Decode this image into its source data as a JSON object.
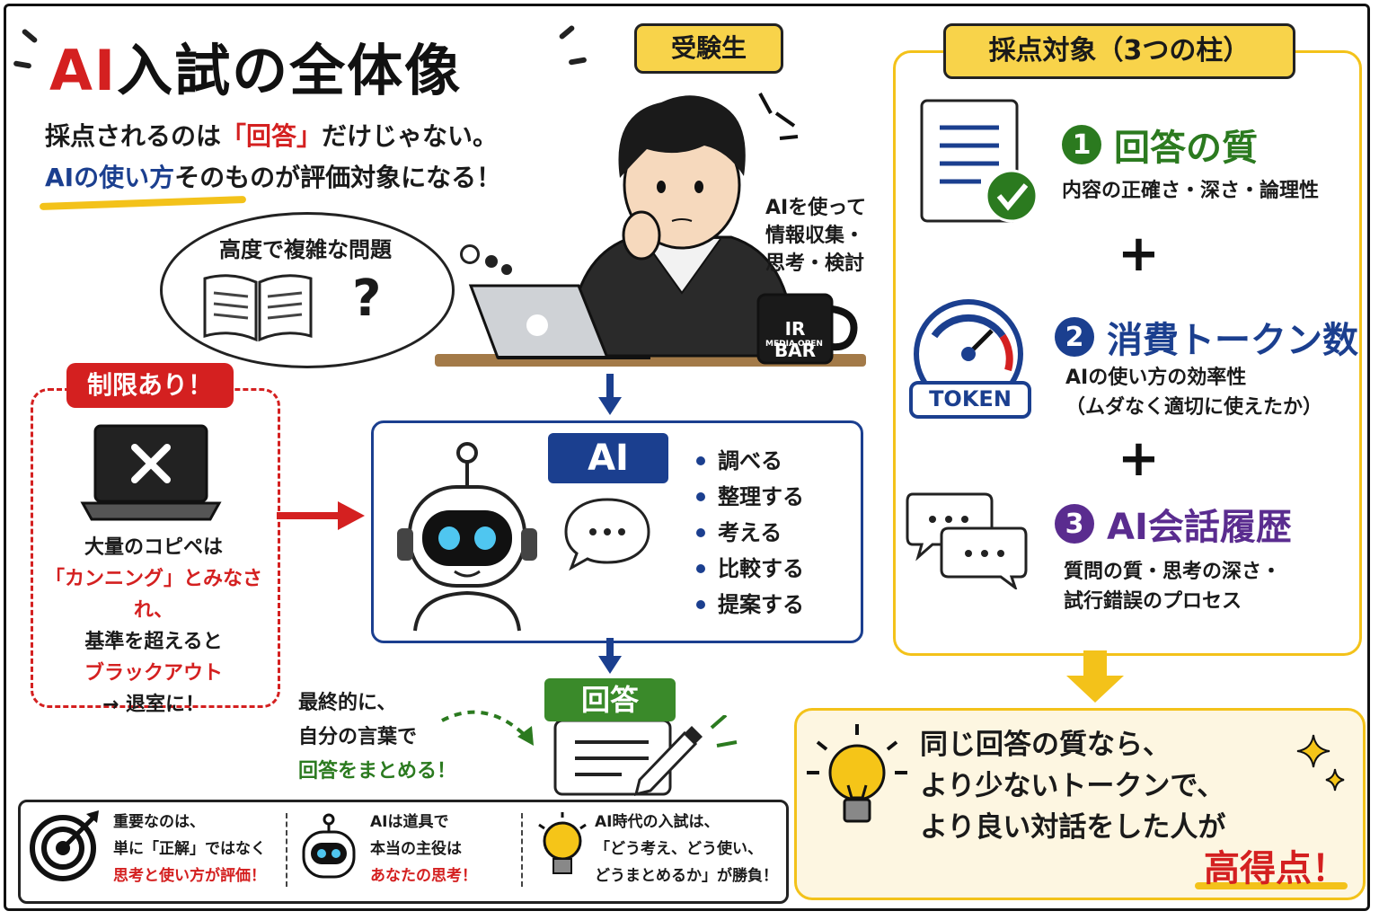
{
  "title": {
    "ai": "AI",
    "rest": "入試の全体像"
  },
  "lead": {
    "line1_a": "採点されるのは",
    "line1_b": "「回答」",
    "line1_c": "だけじゃない。",
    "line2_a": "AIの使い方",
    "line2_b": "そのものが評価対象になる！"
  },
  "student": {
    "tag": "受験生",
    "thought": "高度で複雑な問題",
    "thought_mark": "?",
    "note": [
      "AIを使って",
      "情報収集・",
      "思考・検討"
    ],
    "mug_line1": "IR BAR",
    "mug_line2": "MEDIA OPEN"
  },
  "limit": {
    "tag": "制限あり！",
    "lines": [
      "大量のコピペは",
      "「カンニング」とみなされ、",
      "基準を超えると",
      "ブラックアウト",
      "→ 退室に！"
    ]
  },
  "ai": {
    "label": "AI",
    "actions": [
      "調べる",
      "整理する",
      "考える",
      "比較する",
      "提案する"
    ]
  },
  "answer": {
    "label": "回答",
    "final": [
      "最終的に、",
      "自分の言葉で",
      "回答をまとめる！"
    ]
  },
  "tips": [
    {
      "lines": [
        "重要なのは、",
        "単に「正解」ではなく",
        "思考と使い方が評価！"
      ]
    },
    {
      "lines": [
        "AIは道具で",
        "本当の主役は",
        "あなたの思考！"
      ]
    },
    {
      "lines": [
        "AI時代の入試は、",
        "「どう考え、どう使い、",
        "どうまとめるか」が勝負！"
      ]
    }
  ],
  "scoring": {
    "tag": "採点対象（3つの柱）",
    "pillars": [
      {
        "num": "1",
        "title": "回答の質",
        "color": "#2b7a1f",
        "desc": [
          "内容の正確さ・深さ・論理性"
        ]
      },
      {
        "num": "2",
        "title": "消費トークン数",
        "color": "#1b3f8f",
        "desc": [
          "AIの使い方の効率性",
          "（ムダなく適切に使えたか）"
        ],
        "gauge_label": "TOKEN"
      },
      {
        "num": "3",
        "title": "AI会話履歴",
        "color": "#5a2c8f",
        "desc": [
          "質問の質・思考の深さ・",
          "試行錯誤のプロセス"
        ]
      }
    ],
    "plus": "+"
  },
  "result": {
    "lines": [
      "同じ回答の質なら、",
      "より少ないトークンで、",
      "より良い対話をした人が"
    ],
    "highlight": "高得点！"
  }
}
